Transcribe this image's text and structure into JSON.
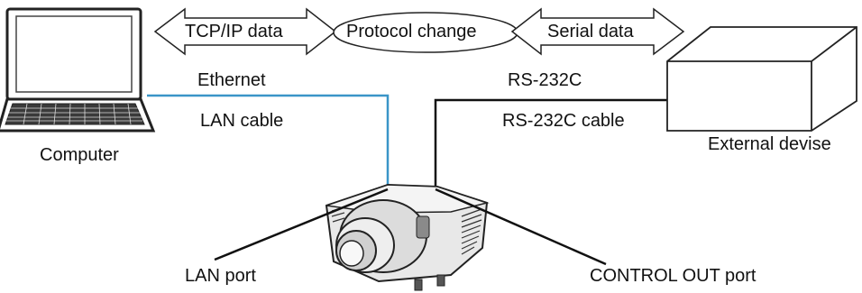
{
  "arrows": {
    "tcpip": "TCP/IP data",
    "protocol": "Protocol change",
    "serial": "Serial data"
  },
  "labels": {
    "ethernet": "Ethernet",
    "rs232c": "RS-232C",
    "lan_cable": "LAN cable",
    "rs232c_cable": "RS-232C cable",
    "computer": "Computer",
    "external_device": "External devise",
    "lan_port": "LAN port",
    "lan_port_emph": "LAN",
    "lan_port_rest": " port",
    "control_out_emph": "CONTROL OUT",
    "control_out_rest": " port"
  },
  "colors": {
    "lan_cable": "#3a95c8",
    "serial_cable": "#111111",
    "line": "#222222"
  }
}
